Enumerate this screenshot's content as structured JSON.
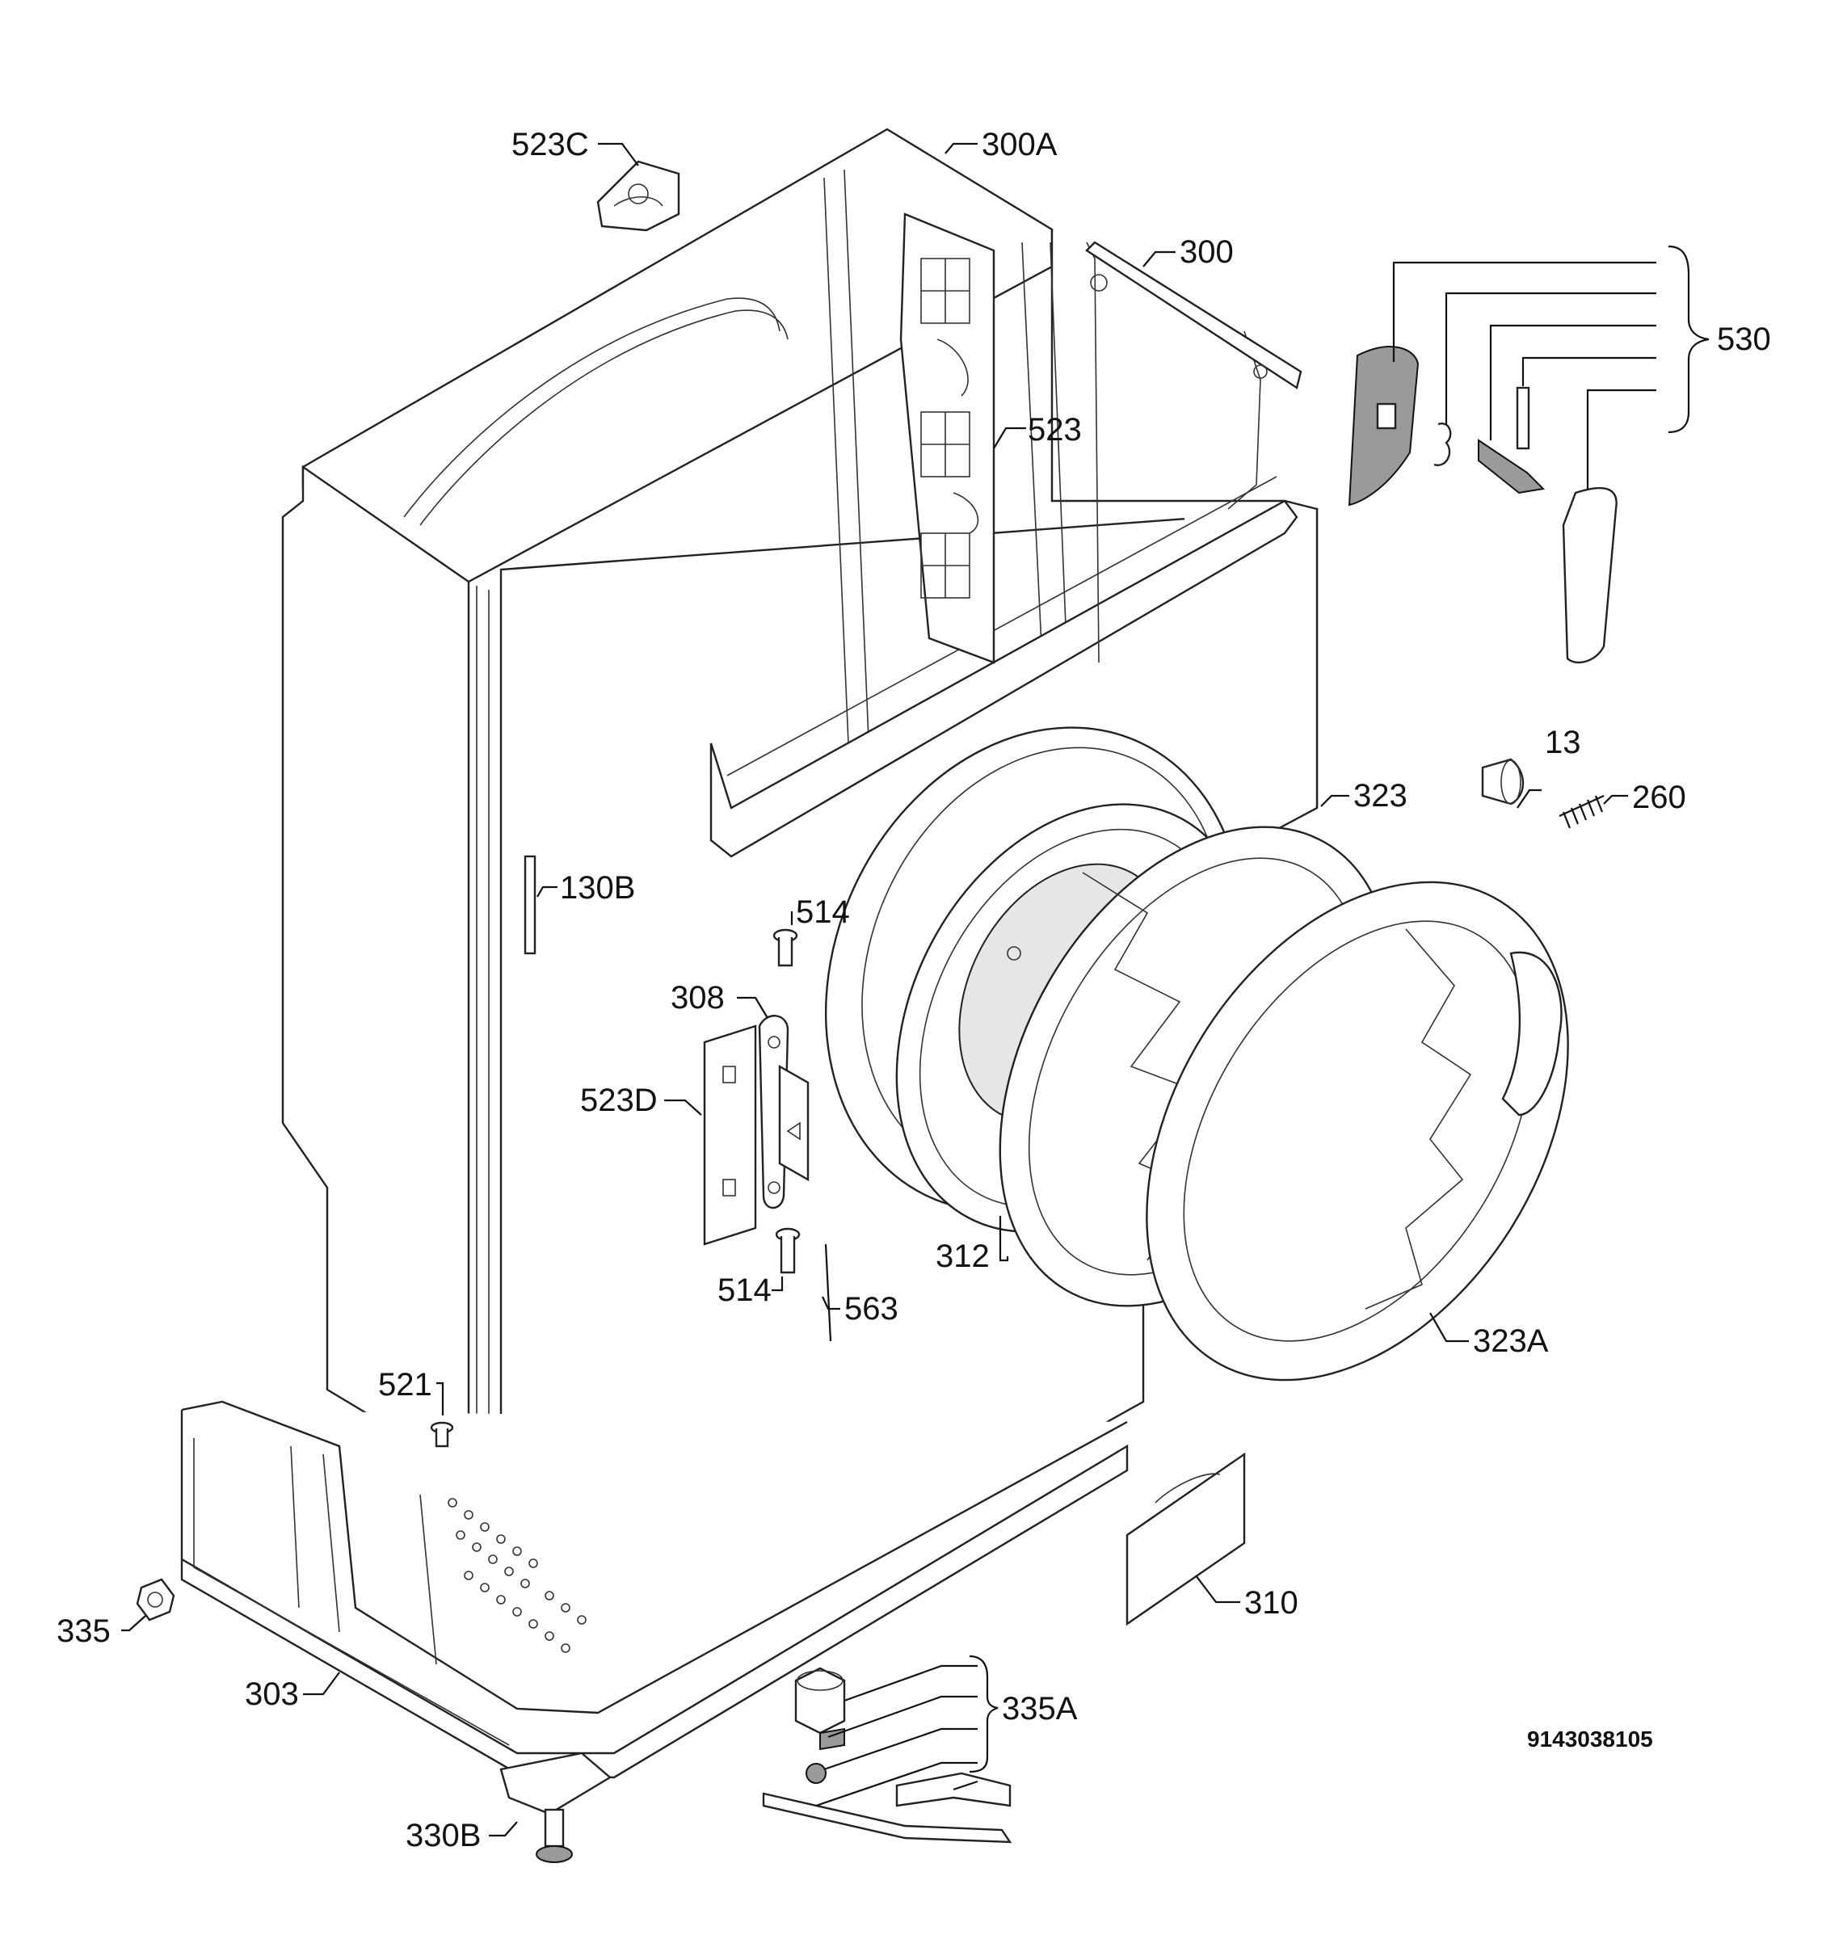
{
  "labels": [
    {
      "id": "523C",
      "text": "523C"
    },
    {
      "id": "300A",
      "text": "300A"
    },
    {
      "id": "300",
      "text": "300"
    },
    {
      "id": "530",
      "text": "530"
    },
    {
      "id": "523",
      "text": "523"
    },
    {
      "id": "13",
      "text": "13"
    },
    {
      "id": "260",
      "text": "260"
    },
    {
      "id": "323",
      "text": "323"
    },
    {
      "id": "130B",
      "text": "130B"
    },
    {
      "id": "514a",
      "text": "514"
    },
    {
      "id": "308",
      "text": "308"
    },
    {
      "id": "523D",
      "text": "523D"
    },
    {
      "id": "312",
      "text": "312"
    },
    {
      "id": "514b",
      "text": "514"
    },
    {
      "id": "563",
      "text": "563"
    },
    {
      "id": "323A",
      "text": "323A"
    },
    {
      "id": "521",
      "text": "521"
    },
    {
      "id": "310",
      "text": "310"
    },
    {
      "id": "335",
      "text": "335"
    },
    {
      "id": "303",
      "text": "303"
    },
    {
      "id": "335A",
      "text": "335A"
    },
    {
      "id": "330B",
      "text": "330B"
    }
  ],
  "drawing_code": "9143038105"
}
